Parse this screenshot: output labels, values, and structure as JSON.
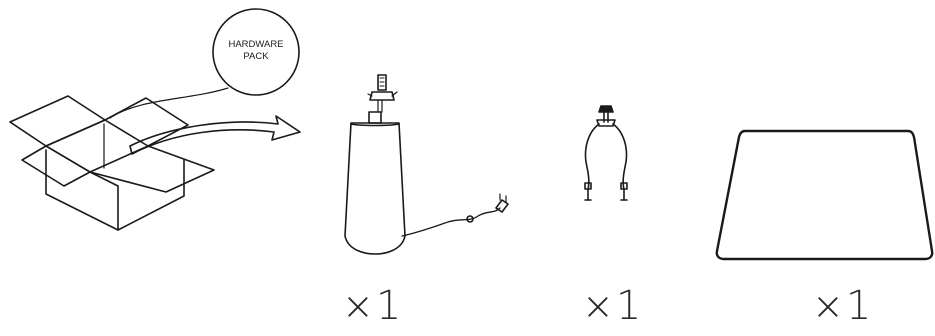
{
  "hardware_bubble": {
    "line1": "HARDWARE",
    "line2": "PACK"
  },
  "parts": [
    {
      "name": "lamp base",
      "quantity_label": "1"
    },
    {
      "name": "harp",
      "quantity_label": "1"
    },
    {
      "name": "lamp shade",
      "quantity_label": "1"
    }
  ],
  "colors": {
    "stroke": "#1a1a1a",
    "background": "#ffffff"
  },
  "icons": [
    "open-box-icon",
    "arrow-icon",
    "lamp-base-icon",
    "harp-icon",
    "shade-icon"
  ]
}
